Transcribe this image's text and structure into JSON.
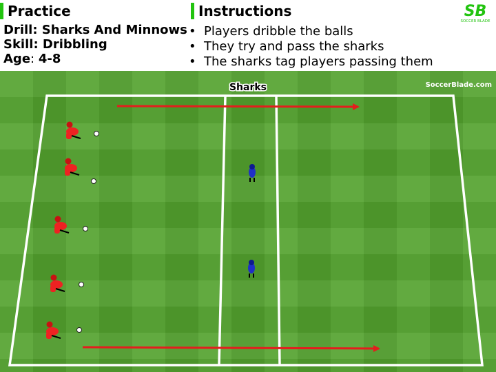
{
  "header": {
    "practice_title": "Practice",
    "instructions_title": "Instructions",
    "drill_label": "Drill",
    "drill_value": "Sharks And Minnows",
    "skill_label": "Skill",
    "skill_value": "Dribbling",
    "age_label": "Age",
    "age_value": "4-8",
    "instructions": [
      "Players dribble the balls",
      "They try and pass the sharks",
      "The sharks tag players passing them"
    ],
    "logo_text": "SOCCER BLADE",
    "accent_color": "#22c40f"
  },
  "diagram": {
    "zone_label": "Sharks",
    "watermark": "SoccerBlade.com",
    "arrow_color": "#e41d1d",
    "minnow_color": "#ee2222",
    "shark_color": "#1f2fc8"
  }
}
